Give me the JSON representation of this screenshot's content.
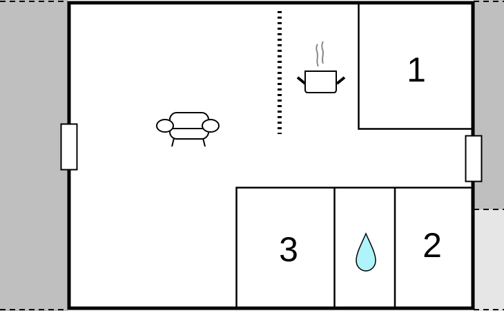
{
  "floorplan": {
    "rooms": [
      {
        "label": "1",
        "type": "bedroom"
      },
      {
        "label": "2",
        "type": "bedroom"
      },
      {
        "label": "3",
        "type": "bedroom"
      }
    ],
    "icons": [
      "sofa-icon",
      "cooking-pot-icon",
      "water-drop-icon"
    ],
    "colors": {
      "wall": "#000000",
      "outside_area": "#bfbfbf",
      "outside_area_light": "#e6e6e6",
      "water_drop": "#aef4fa",
      "steam": "#888888"
    }
  }
}
